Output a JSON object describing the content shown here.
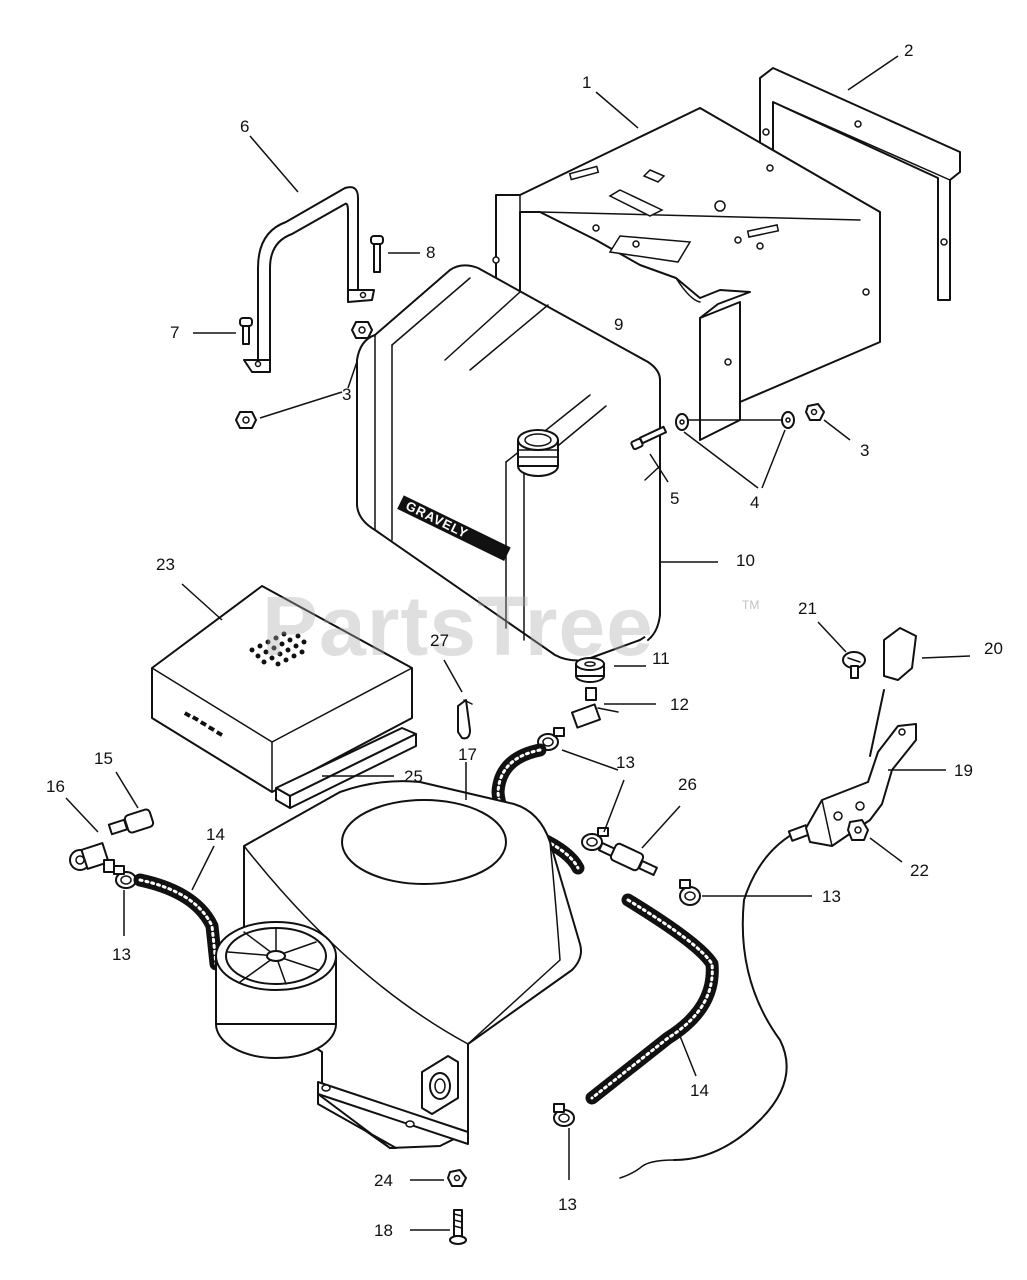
{
  "watermark": {
    "text": "PartsTree",
    "tm": "TM"
  },
  "tank_logo": "GRAVELY",
  "callouts": [
    {
      "id": "c1",
      "text": "1"
    },
    {
      "id": "c2",
      "text": "2"
    },
    {
      "id": "c3a",
      "text": "3"
    },
    {
      "id": "c3b",
      "text": "3"
    },
    {
      "id": "c4",
      "text": "4"
    },
    {
      "id": "c5",
      "text": "5"
    },
    {
      "id": "c6",
      "text": "6"
    },
    {
      "id": "c7",
      "text": "7"
    },
    {
      "id": "c8",
      "text": "8"
    },
    {
      "id": "c9",
      "text": "9"
    },
    {
      "id": "c10",
      "text": "10"
    },
    {
      "id": "c11",
      "text": "11"
    },
    {
      "id": "c12",
      "text": "12"
    },
    {
      "id": "c13a",
      "text": "13"
    },
    {
      "id": "c13b",
      "text": "13"
    },
    {
      "id": "c13c",
      "text": "13"
    },
    {
      "id": "c13d",
      "text": "13"
    },
    {
      "id": "c14a",
      "text": "14"
    },
    {
      "id": "c14b",
      "text": "14"
    },
    {
      "id": "c15",
      "text": "15"
    },
    {
      "id": "c16",
      "text": "16"
    },
    {
      "id": "c17",
      "text": "17"
    },
    {
      "id": "c18",
      "text": "18"
    },
    {
      "id": "c19",
      "text": "19"
    },
    {
      "id": "c20",
      "text": "20"
    },
    {
      "id": "c21",
      "text": "21"
    },
    {
      "id": "c22",
      "text": "22"
    },
    {
      "id": "c23",
      "text": "23"
    },
    {
      "id": "c24",
      "text": "24"
    },
    {
      "id": "c25",
      "text": "25"
    },
    {
      "id": "c26",
      "text": "26"
    },
    {
      "id": "c27",
      "text": "27"
    }
  ]
}
